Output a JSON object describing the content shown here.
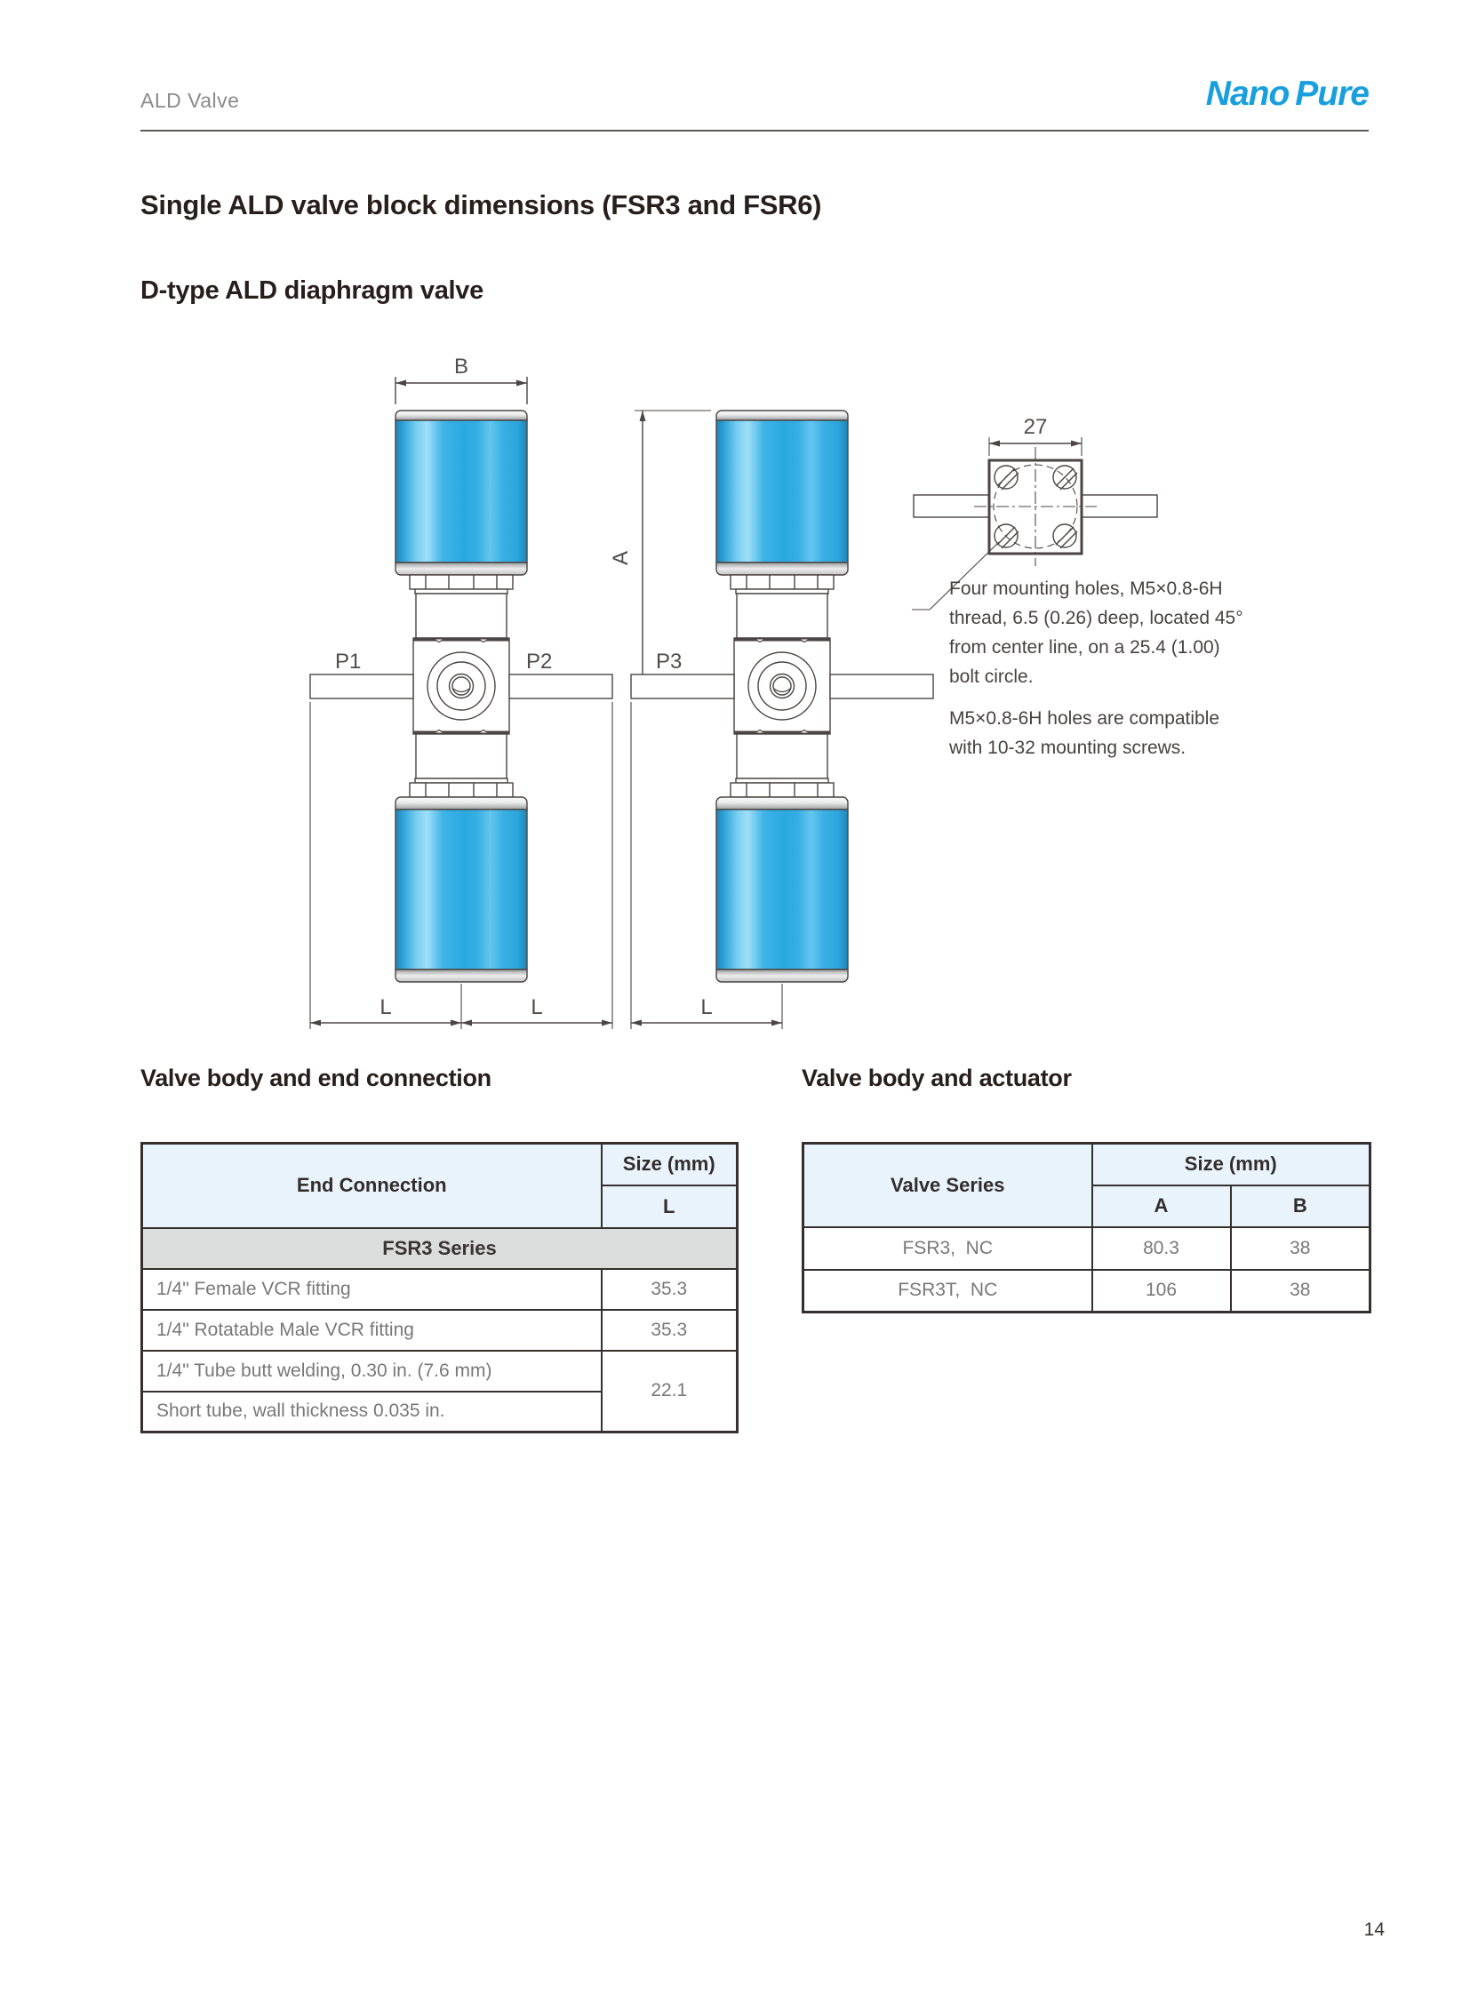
{
  "page": {
    "header_label": "ALD Valve",
    "logo_part1": "Nano",
    "logo_part2": "Pure",
    "title": "Single ALD valve block dimensions (FSR3 and FSR6)",
    "subtitle": "D-type ALD diaphragm valve",
    "page_number": "14"
  },
  "diagram": {
    "labels": {
      "B": "B",
      "A": "A",
      "L": "L",
      "P1": "P1",
      "P2": "P2",
      "P3": "P3",
      "top_width": "27"
    },
    "annotation": {
      "para1_line1": "Four mounting holes, M5×0.8-6H",
      "para1_line2": "thread, 6.5 (0.26) deep, located 45°",
      "para1_line3": "from center line, on a 25.4 (1.00)",
      "para1_line4": "bolt circle.",
      "para2_line1": "M5×0.8-6H holes are compatible",
      "para2_line2": "with 10-32 mounting screws."
    },
    "colors": {
      "actuator_blue": "#29A9E0",
      "line": "#4B4543"
    }
  },
  "sections": {
    "end_connection": {
      "heading": "Valve body and end connection",
      "table": {
        "col1_header": "End Connection",
        "size_group_header": "Size (mm)",
        "size_sub_header": "L",
        "group_row_label": "FSR3 Series",
        "rows": [
          {
            "label": "1/4\" Female VCR fitting",
            "L": "35.3"
          },
          {
            "label": "1/4\" Rotatable Male VCR fitting",
            "L": "35.3"
          },
          {
            "label": "1/4\" Tube butt welding, 0.30 in. (7.6 mm)",
            "L": "22.1"
          },
          {
            "label": "Short tube, wall thickness 0.035 in."
          }
        ]
      }
    },
    "actuator": {
      "heading": "Valve body and actuator",
      "table": {
        "col1_header": "Valve Series",
        "size_group_header": "Size (mm)",
        "colA_header": "A",
        "colB_header": "B",
        "rows": [
          {
            "series": "FSR3,  NC",
            "A": "80.3",
            "B": "38"
          },
          {
            "series": "FSR3T,  NC",
            "A": "106",
            "B": "38"
          }
        ]
      }
    }
  }
}
